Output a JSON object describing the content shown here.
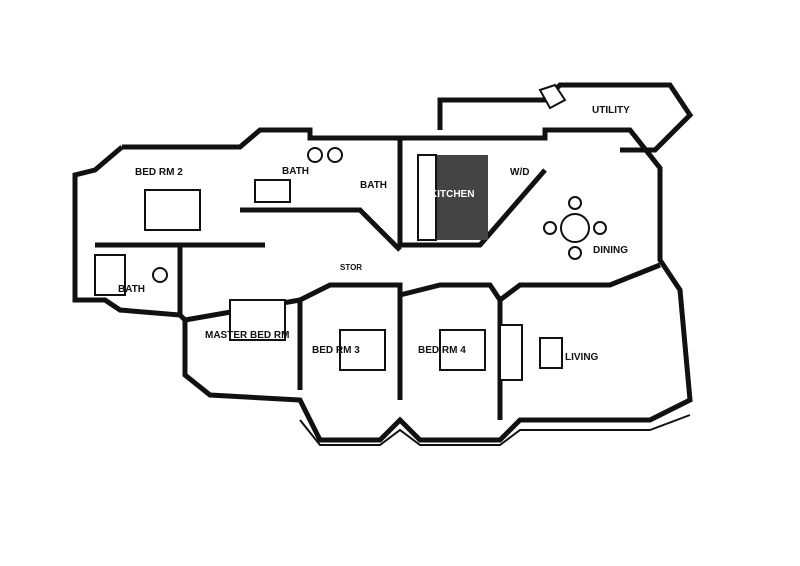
{
  "plan": {
    "rooms": {
      "bed_rm_2": "BED RM 2",
      "bath_upper_left": "BATH",
      "bath_upper_mid": "BATH",
      "kitchen": "KITCHEN",
      "wd": "W/D",
      "utility": "UTILITY",
      "dining": "DINING",
      "bath_left": "BATH",
      "storage": "STOR",
      "master_bed_rm": "MASTER BED RM",
      "bed_rm_3": "BED RM 3",
      "bed_rm_4": "BED RM 4",
      "living": "LIVING"
    }
  }
}
